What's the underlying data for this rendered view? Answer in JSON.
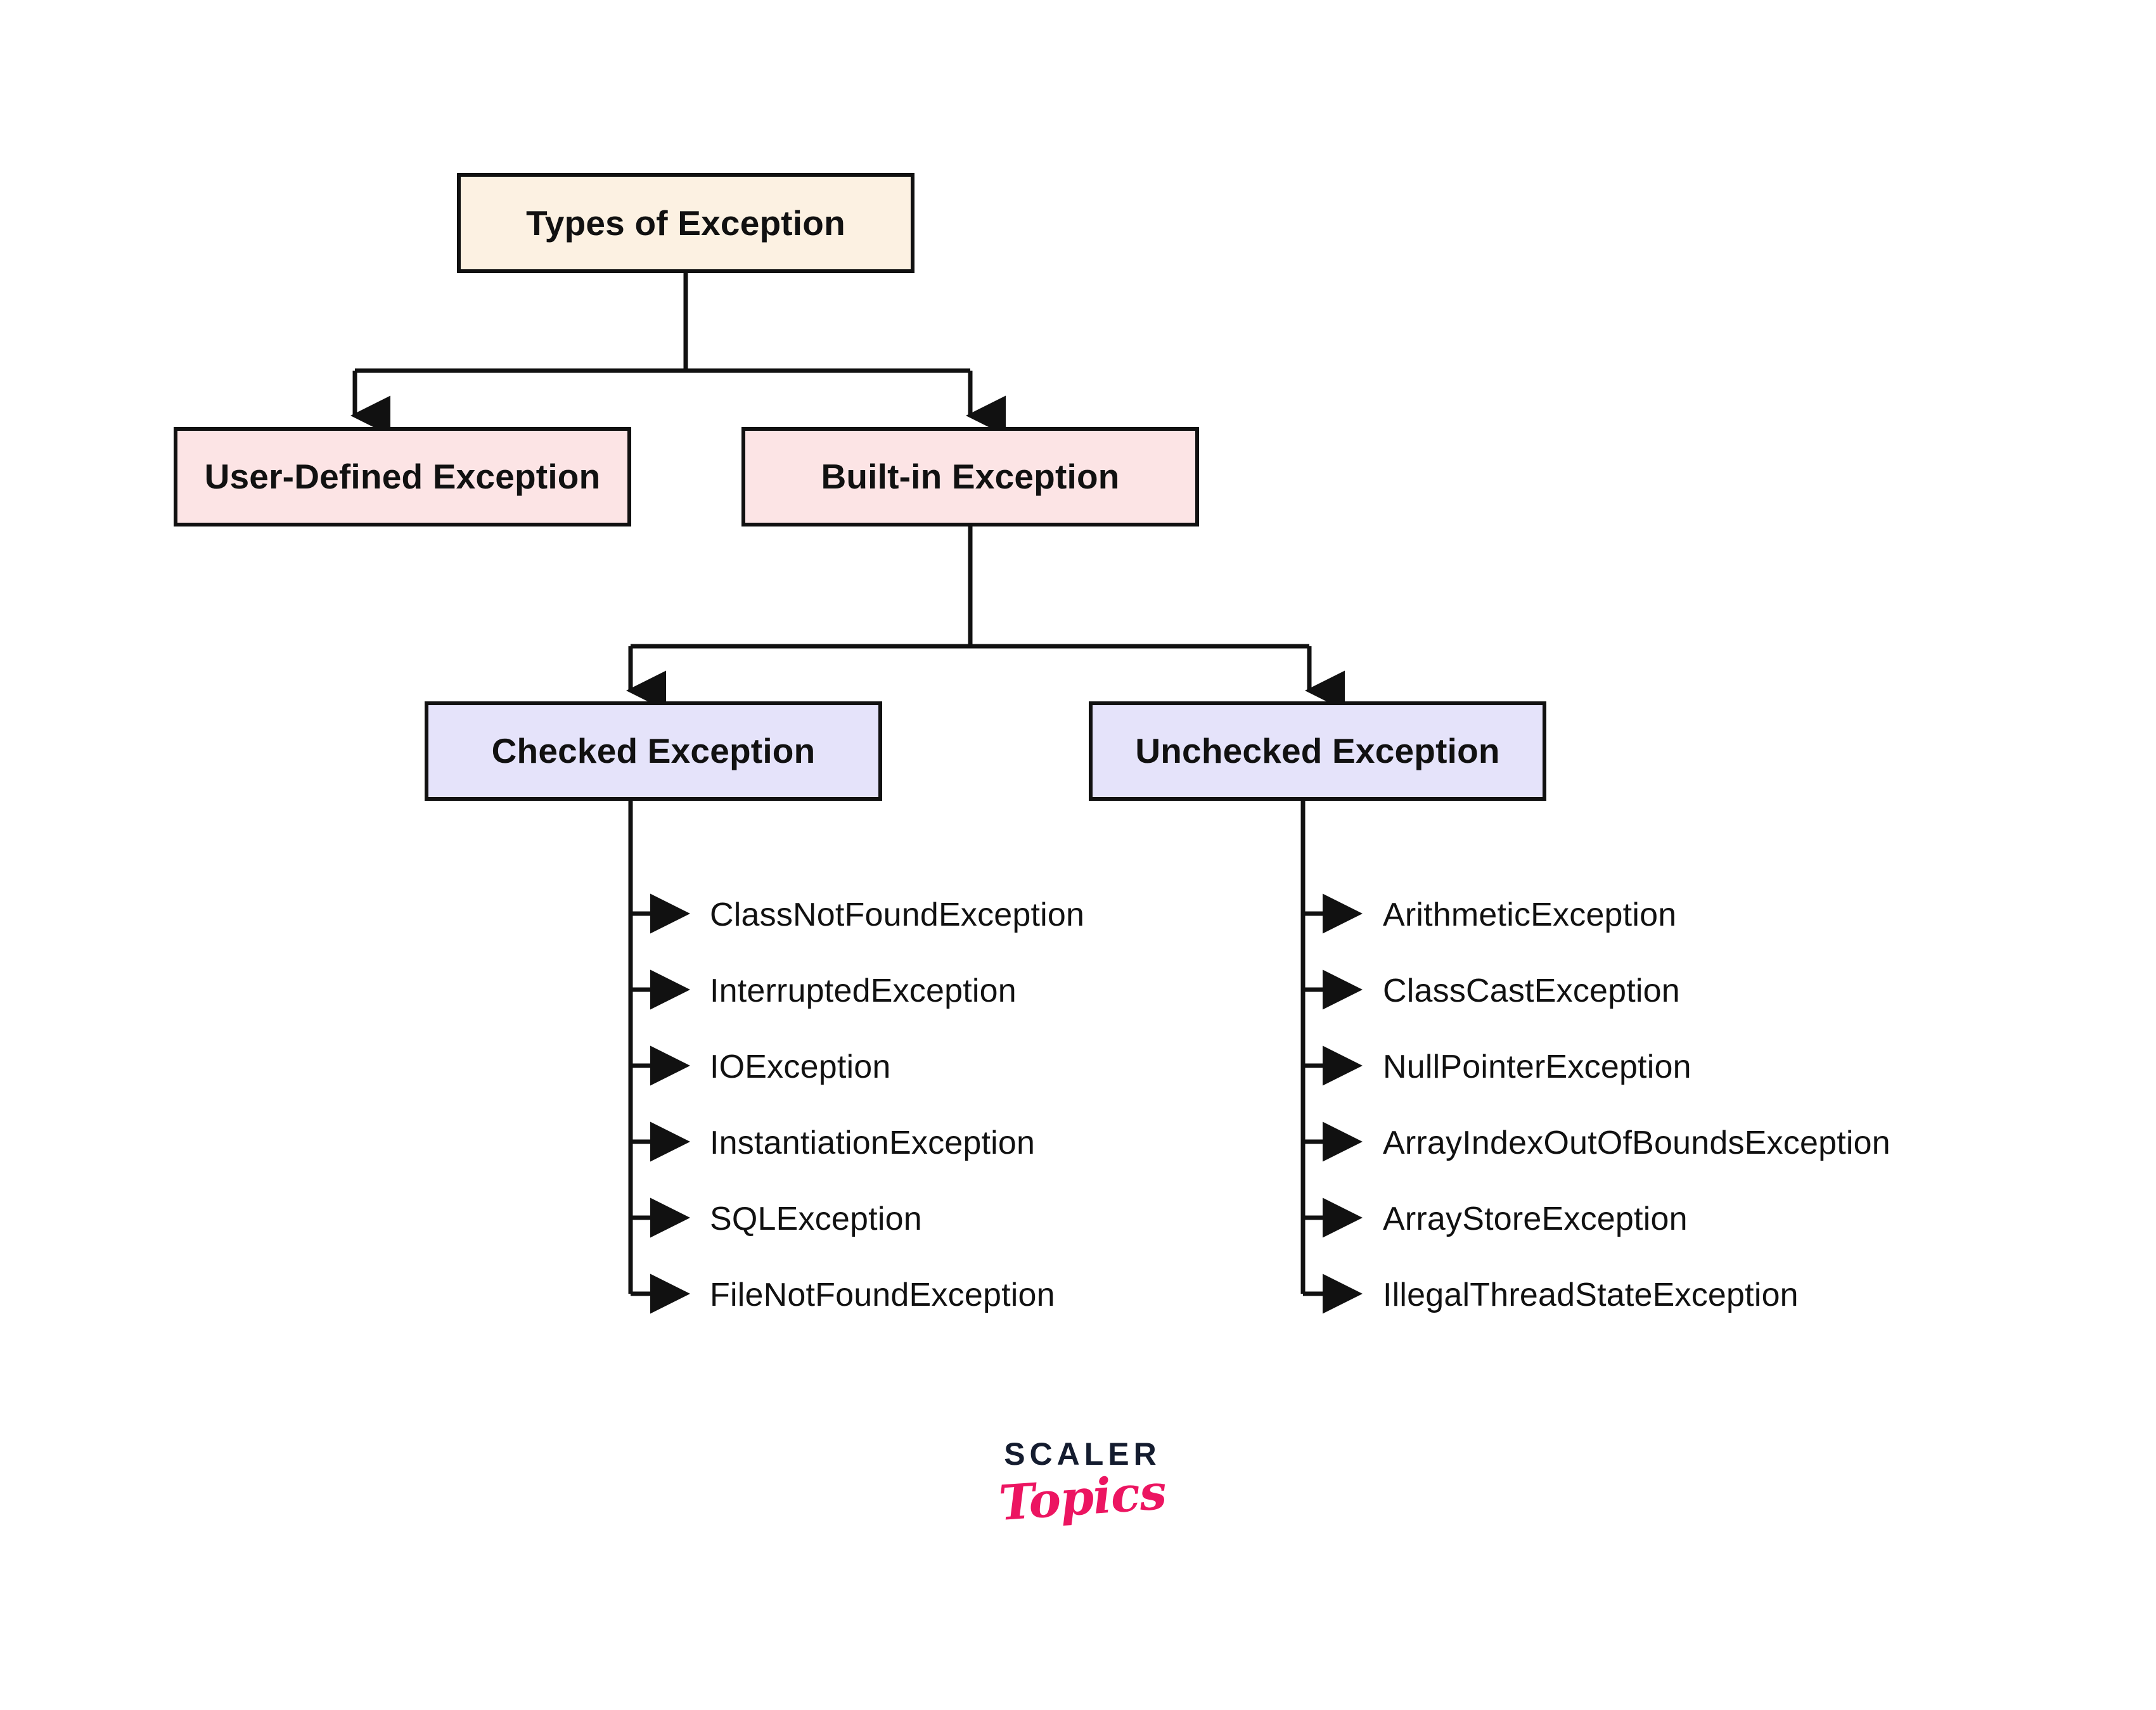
{
  "diagram": {
    "title": "Types of Exception",
    "background_color": "#FFFFFF",
    "stroke_color": "#111111",
    "nodes": {
      "root": {
        "label": "Types of Exception",
        "fill": "#FCF1E2"
      },
      "user_defined": {
        "label": "User-Defined Exception",
        "fill": "#FCE4E5"
      },
      "builtin": {
        "label": "Built-in Exception",
        "fill": "#FCE4E5"
      },
      "checked": {
        "label": "Checked Exception",
        "fill": "#E5E3FA"
      },
      "unchecked": {
        "label": "Unchecked Exception",
        "fill": "#E5E3FA"
      }
    },
    "checked_exceptions": [
      "ClassNotFoundException",
      "InterruptedException",
      "IOException",
      "InstantiationException",
      "SQLException",
      "FileNotFoundException"
    ],
    "unchecked_exceptions": [
      "ArithmeticException",
      "ClassCastException",
      "NullPointerException",
      "ArrayIndexOutOfBoundsException",
      "ArrayStoreException",
      "IllegalThreadStateException"
    ]
  },
  "logo": {
    "primary": "SCALER",
    "secondary": "Topics",
    "primary_color": "#141C2F",
    "secondary_color": "#EC1561"
  }
}
